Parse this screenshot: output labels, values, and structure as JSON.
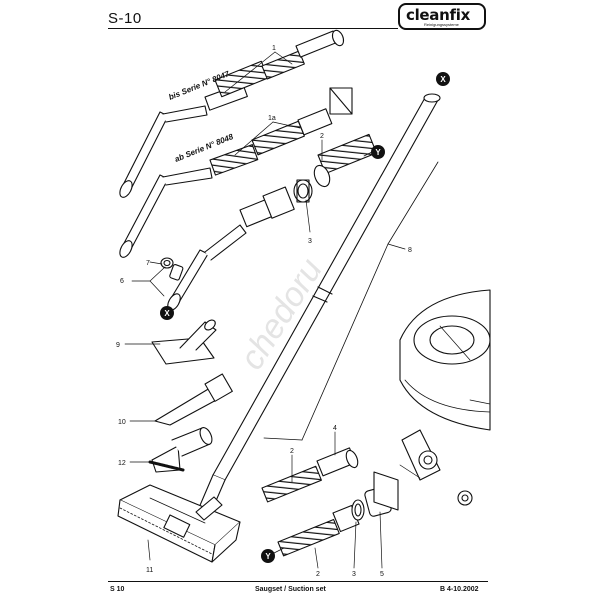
{
  "header": {
    "page_code": "S-10",
    "logo": {
      "wordmark": "cleanfix",
      "sub_text": "Reinigungssysteme"
    }
  },
  "series_notes": {
    "until": "bis Serie N° 8047",
    "from": "ab Serie N° 8048"
  },
  "callouts": {
    "part_1": "1",
    "part_1a": "1a",
    "part_2_top": "2",
    "part_3_top": "3",
    "part_6": "6",
    "part_7": "7",
    "part_8": "8",
    "part_9": "9",
    "part_10": "10",
    "part_12": "12",
    "part_11": "11",
    "part_4": "4",
    "part_2_left": "2",
    "part_2_bottom": "2",
    "part_3_bottom": "3",
    "part_5": "5",
    "marker_x_top": "X",
    "marker_x_left": "X",
    "marker_y_top": "Y",
    "marker_y_bottom": "Y"
  },
  "watermark": "chedoru",
  "footer": {
    "left": "S 10",
    "center": "Saugset / Suction set",
    "right": "B 4-10.2002"
  }
}
